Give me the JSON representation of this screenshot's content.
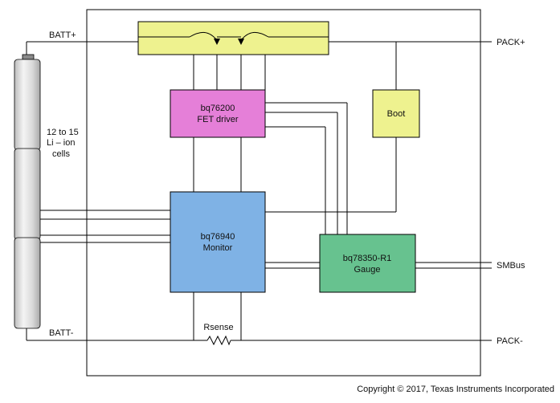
{
  "labels": {
    "batt_plus": "BATT+",
    "batt_minus": "BATT-",
    "pack_plus": "PACK+",
    "pack_minus": "PACK-",
    "smbus": "SMBus",
    "rsense": "Rsense",
    "cells_line1": "12 to 15",
    "cells_line2": "Li – ion",
    "cells_line3": "cells"
  },
  "blocks": {
    "fet_driver": {
      "line1": "bq76200",
      "line2": "FET driver",
      "color": "#e57fd8"
    },
    "boot": {
      "line1": "Boot",
      "color": "#eef28f"
    },
    "monitor": {
      "line1": "bq76940",
      "line2": "Monitor",
      "color": "#7fb2e5"
    },
    "gauge": {
      "line1": "bq78350-R1",
      "line2": "Gauge",
      "color": "#67c28f"
    },
    "fet_switch": {
      "color": "#eef28f"
    }
  },
  "copyright": "Copyright © 2017, Texas Instruments Incorporated"
}
